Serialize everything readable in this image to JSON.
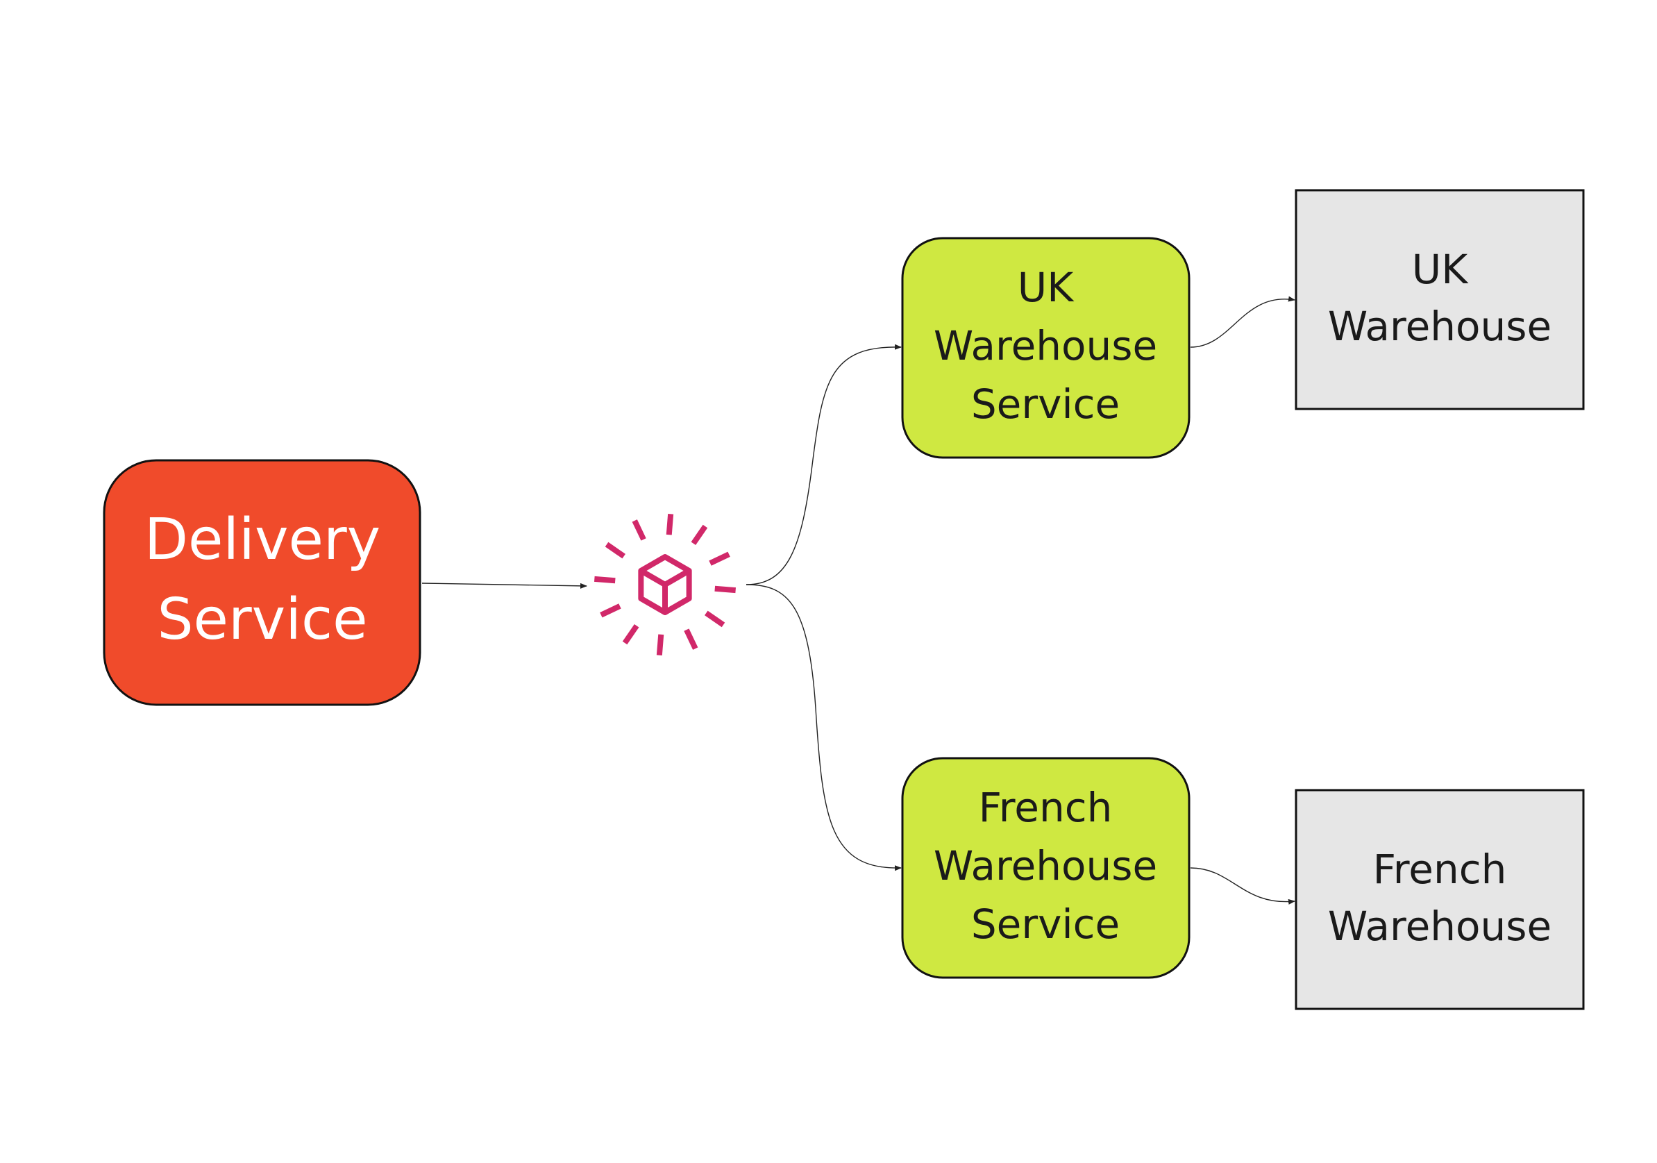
{
  "diagram": {
    "colors": {
      "delivery_fill": "#f04b2b",
      "service_fill": "#cfe841",
      "warehouse_fill": "#e6e6e6",
      "event_icon": "#d12869",
      "stroke": "#111111"
    },
    "nodes": {
      "delivery_service": {
        "line1": "Delivery",
        "line2": "Service"
      },
      "uk_warehouse_service": {
        "line1": "UK",
        "line2": "Warehouse",
        "line3": "Service"
      },
      "french_warehouse_service": {
        "line1": "French",
        "line2": "Warehouse",
        "line3": "Service"
      },
      "uk_warehouse": {
        "line1": "UK",
        "line2": "Warehouse"
      },
      "french_warehouse": {
        "line1": "French",
        "line2": "Warehouse"
      }
    },
    "event_icon": "package-event-icon",
    "edges": [
      {
        "from": "delivery_service",
        "to": "event"
      },
      {
        "from": "event",
        "to": "uk_warehouse_service"
      },
      {
        "from": "event",
        "to": "french_warehouse_service"
      },
      {
        "from": "uk_warehouse_service",
        "to": "uk_warehouse"
      },
      {
        "from": "french_warehouse_service",
        "to": "french_warehouse"
      }
    ]
  }
}
